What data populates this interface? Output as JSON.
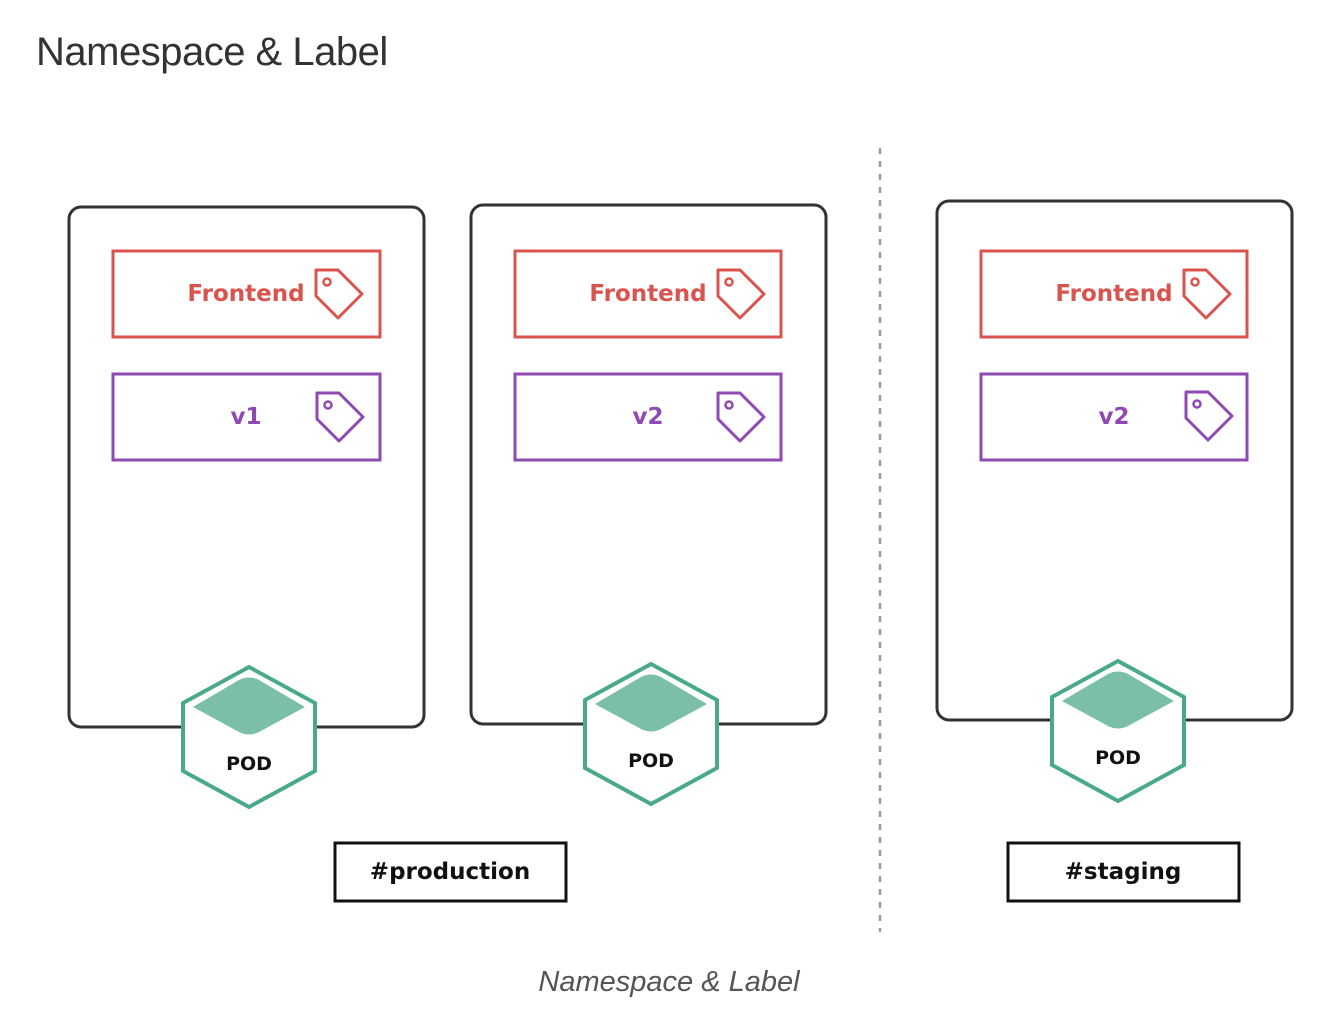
{
  "title": "Namespace & Label",
  "caption": "Namespace & Label",
  "pod_label": "POD",
  "colors": {
    "frontend": "#d9534f",
    "version": "#8e4ab3",
    "pod": "#7bbfa8",
    "pod_stroke": "#4aa98a",
    "card": "#333333",
    "divider": "#999999"
  },
  "pods": [
    {
      "app_label": "Frontend",
      "version_label": "v1",
      "pod_text": "POD"
    },
    {
      "app_label": "Frontend",
      "version_label": "v2",
      "pod_text": "POD"
    },
    {
      "app_label": "Frontend",
      "version_label": "v2",
      "pod_text": "POD"
    }
  ],
  "namespaces": [
    {
      "name": "#production"
    },
    {
      "name": "#staging"
    }
  ]
}
